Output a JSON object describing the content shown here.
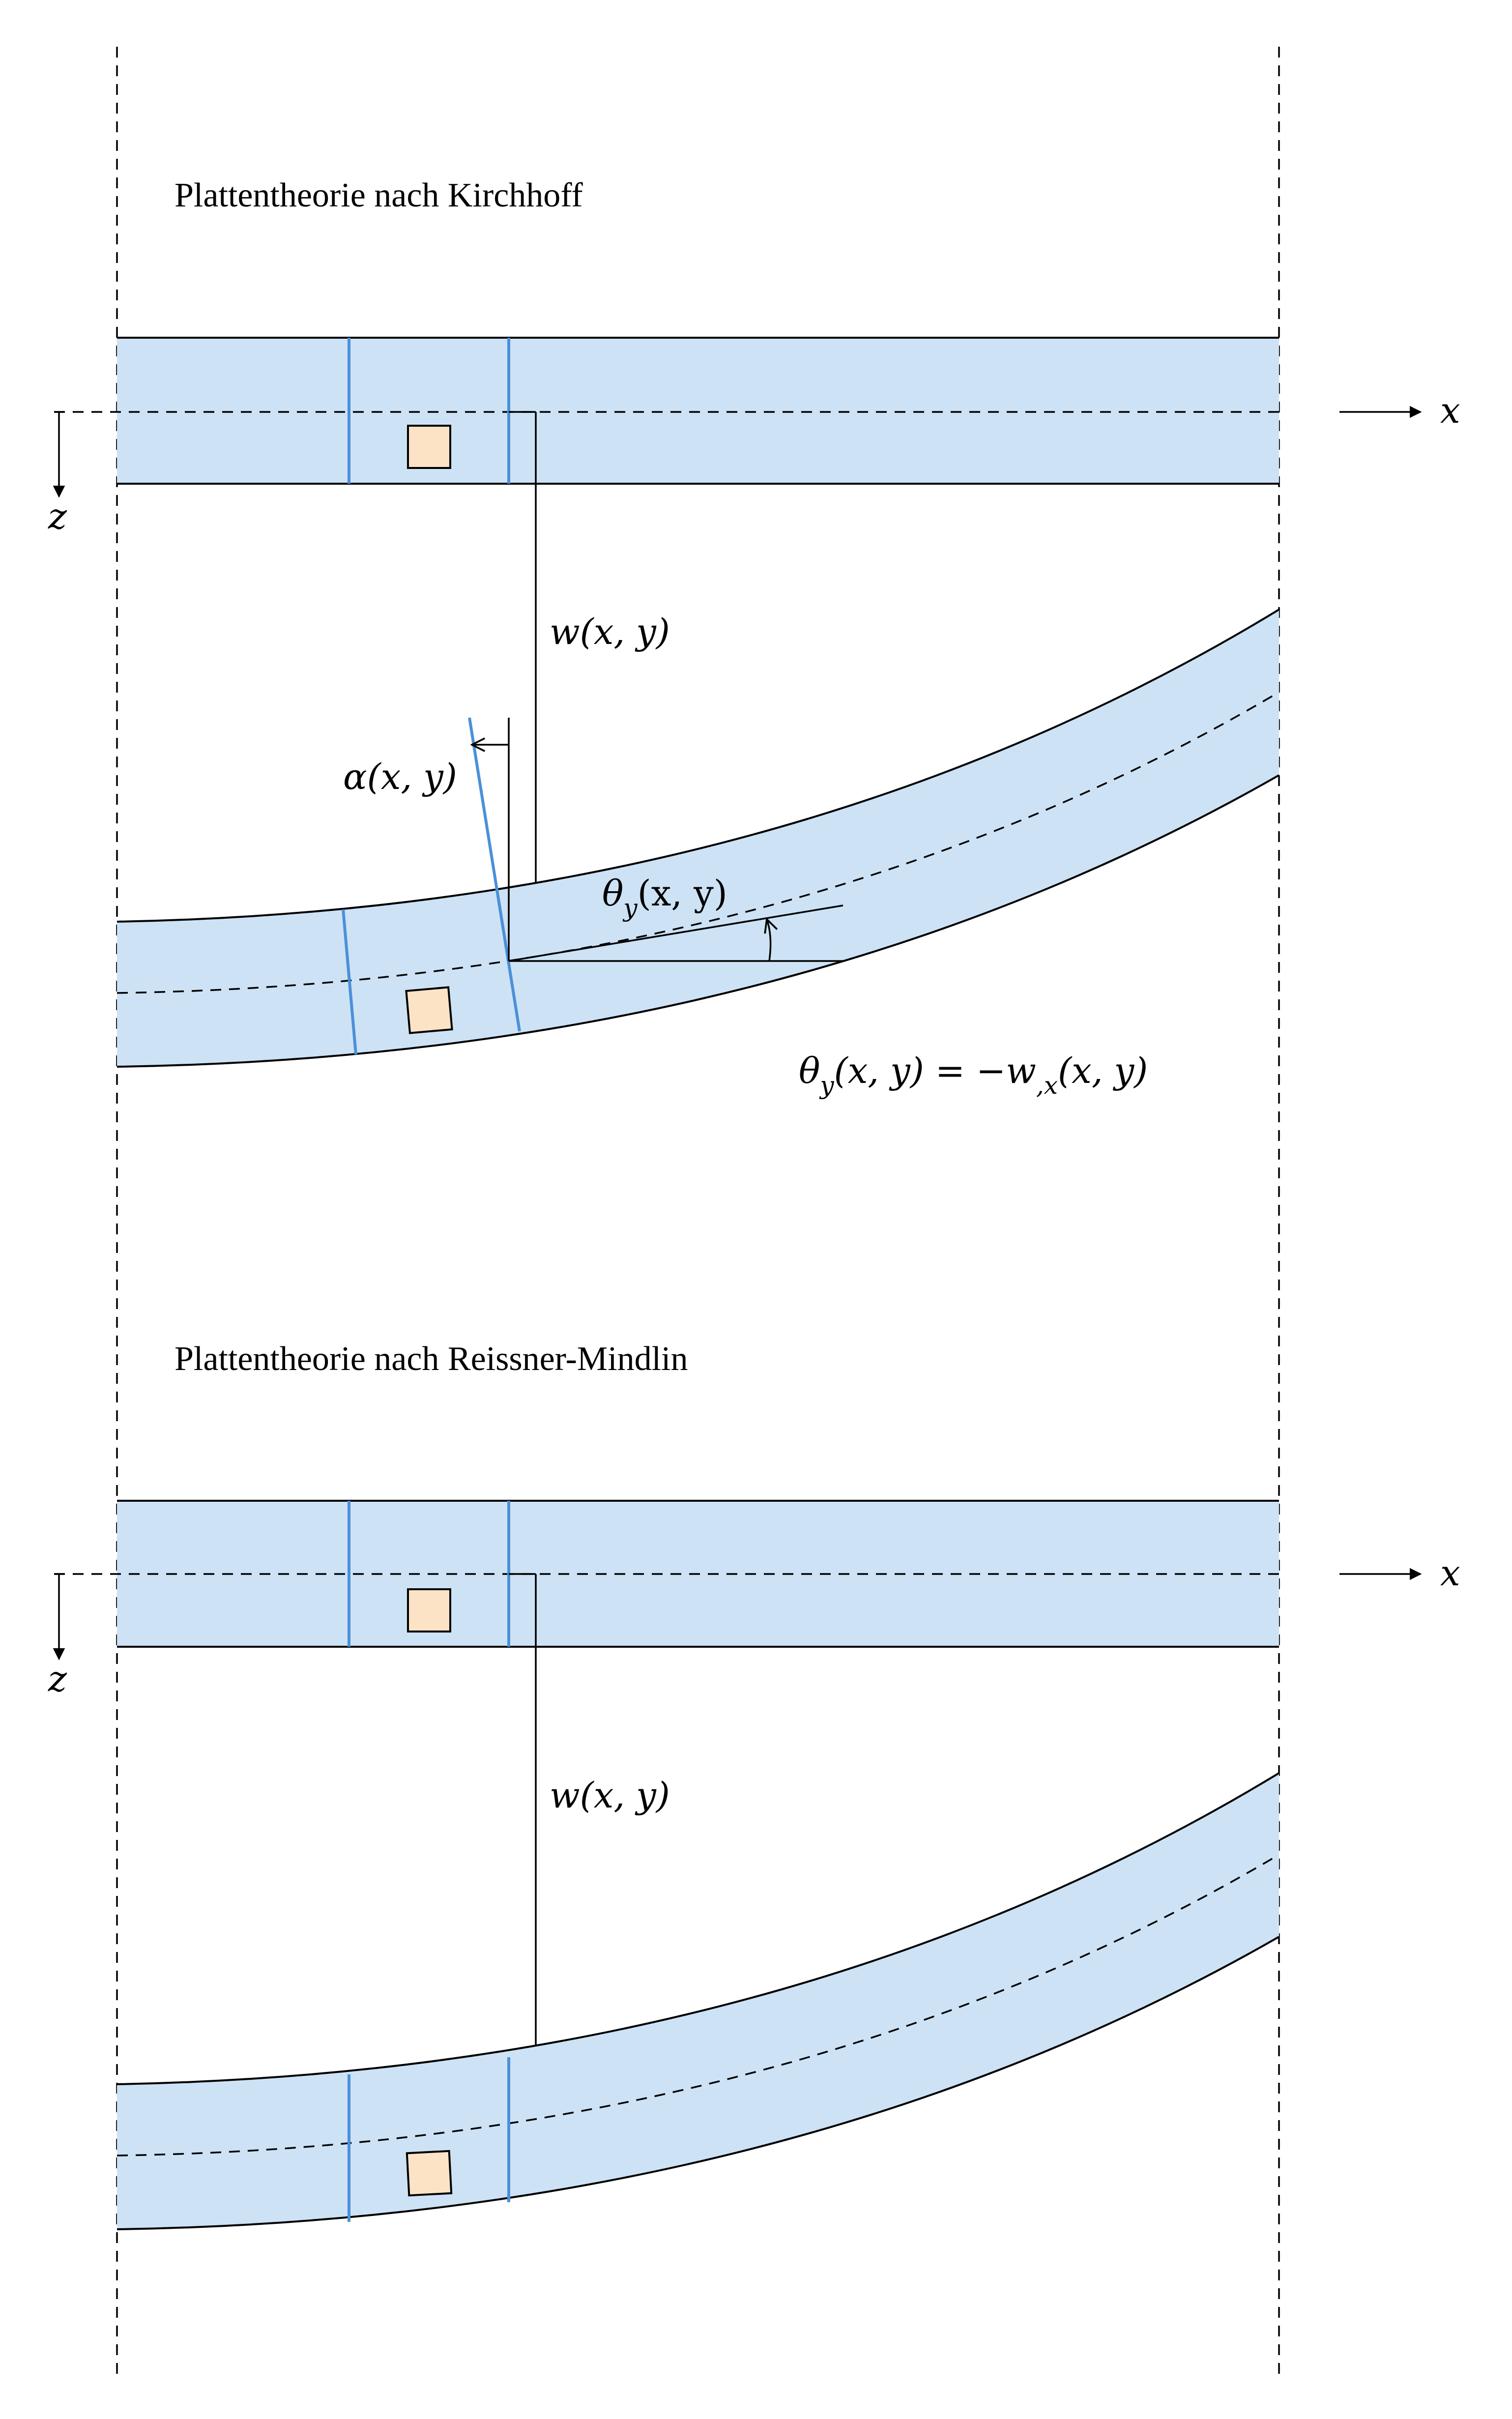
{
  "panels": {
    "kirchhoff": {
      "title": "Plattentheorie nach Kirchhoff",
      "deflection_label": "w(x, y)",
      "normal_rotation_label": "α(x, y)",
      "slope_label": "θ",
      "slope_label_sub": "y",
      "slope_label_args": "(x, y)",
      "relation_lhs": "θ",
      "relation_lhs_sub": "y",
      "relation_mid": "(x, y) = −w",
      "relation_sub": ",x",
      "relation_rhs": "(x, y)"
    },
    "reissner_mindlin": {
      "title": "Plattentheorie nach Reissner-Mindlin",
      "deflection_label": "w(x, y)"
    }
  },
  "axes": {
    "x_label": "x",
    "z_label": "z"
  },
  "colors": {
    "plate_fill": "#cde2f5",
    "normal_line": "#4a90d9",
    "element_fill": "#fde3c6"
  }
}
